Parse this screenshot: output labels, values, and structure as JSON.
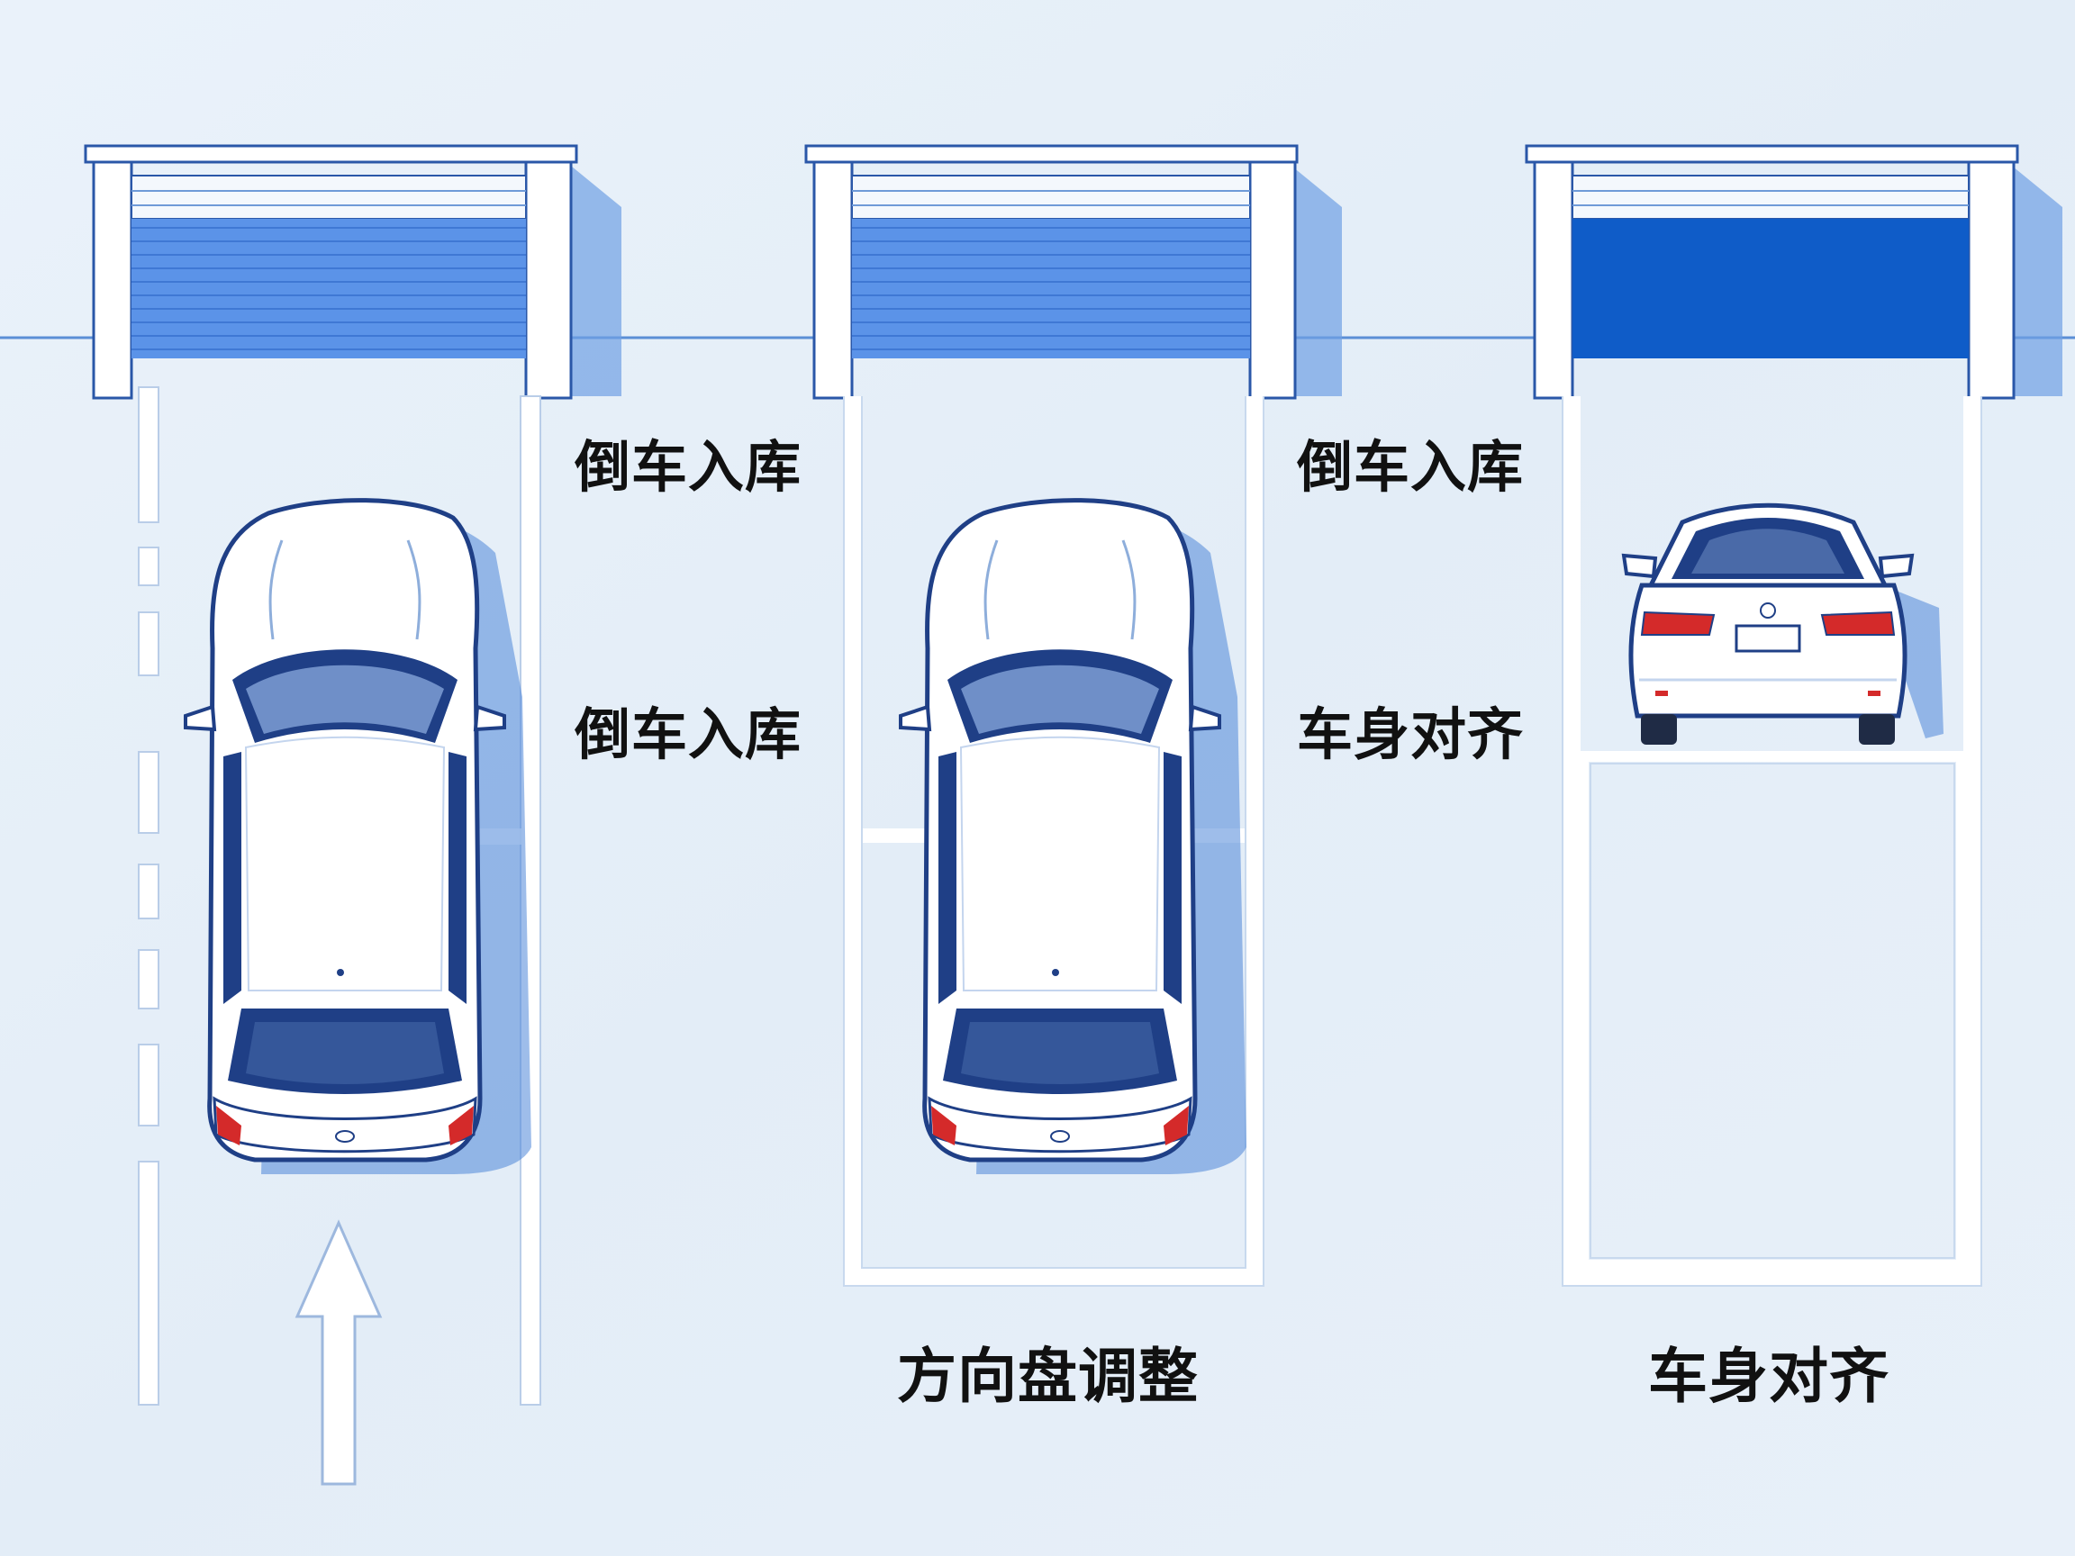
{
  "labels": {
    "top_left": "倒车入库",
    "mid_left": "倒车入库",
    "top_right": "倒车入库",
    "mid_right": "车身对齐",
    "bottom_middle": "方向盘调整",
    "bottom_right": "车身对齐"
  },
  "colors": {
    "background": "#e6eff8",
    "line": "#ffffff",
    "outline": "#2a57a8",
    "door_light": "#5b93e8",
    "door_dark": "#0f5cc8",
    "tail_light": "#d42a2a",
    "text": "#111111"
  },
  "icons": [
    "garage-icon",
    "car-top-view-icon",
    "car-rear-view-icon",
    "up-arrow-icon"
  ]
}
